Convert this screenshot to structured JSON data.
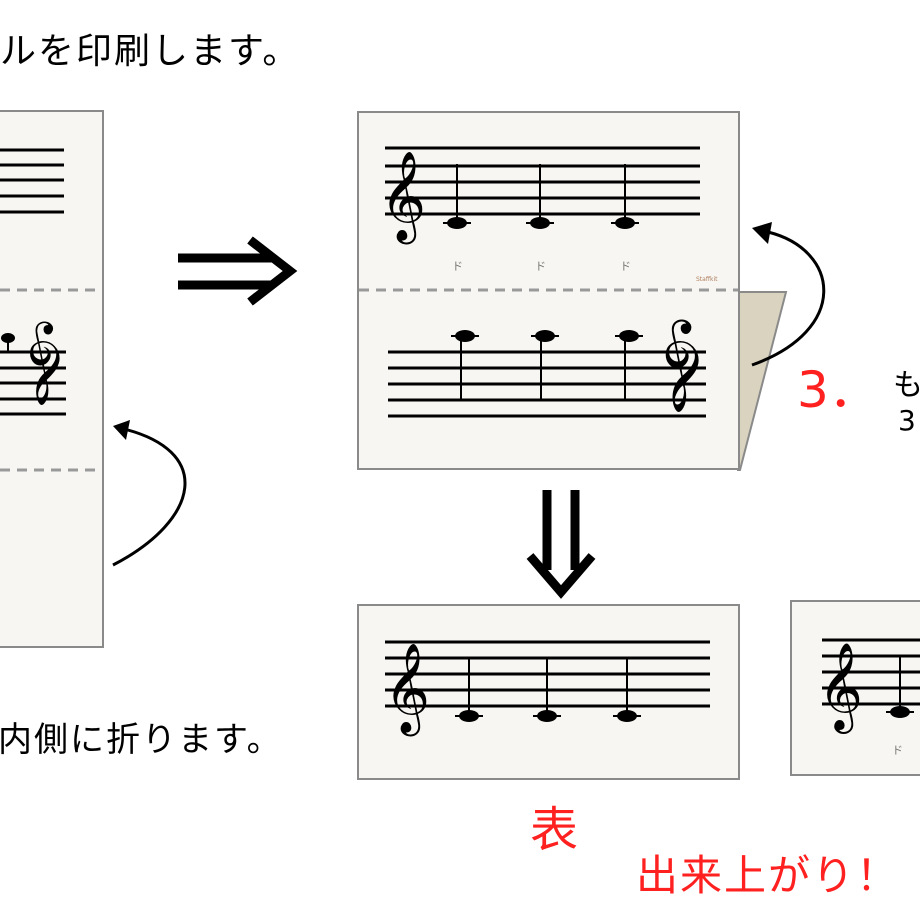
{
  "top_instruction": "ルを印刷します。",
  "bottom_instruction": "内側に折ります。",
  "step_number": "3．",
  "step_text_line1": "も",
  "step_text_line2": "3",
  "front_label": "表",
  "done_label": "出来上がり！",
  "note_letters": [
    "ド",
    "ド",
    "ド"
  ],
  "small_tag": "Staffkit",
  "colors": {
    "red": "#ff2020",
    "fold_flap": "#d9d3bf",
    "panel_bg": "#f7f6f2"
  }
}
